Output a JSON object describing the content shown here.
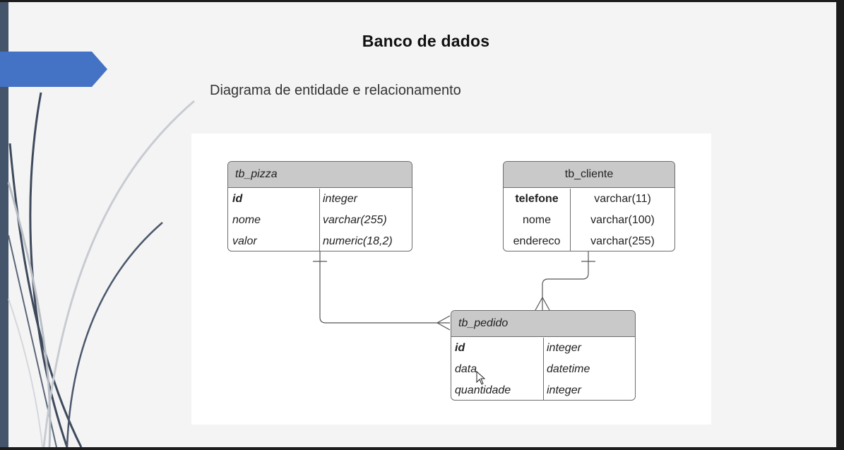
{
  "slide": {
    "title": "Banco de dados",
    "subtitle": "Diagrama de entidade e relacionamento"
  },
  "entities": {
    "tb_pizza": {
      "name": "tb_pizza",
      "rows": [
        {
          "field": "id",
          "type": "integer"
        },
        {
          "field": "nome",
          "type": "varchar(255)"
        },
        {
          "field": "valor",
          "type": "numeric(18,2)"
        }
      ]
    },
    "tb_cliente": {
      "name": "tb_cliente",
      "rows": [
        {
          "field": "telefone",
          "type": "varchar(11)"
        },
        {
          "field": "nome",
          "type": "varchar(100)"
        },
        {
          "field": "endereco",
          "type": "varchar(255)"
        }
      ]
    },
    "tb_pedido": {
      "name": "tb_pedido",
      "rows": [
        {
          "field": "id",
          "type": "integer"
        },
        {
          "field": "data",
          "type": "datetime"
        },
        {
          "field": "quantidade",
          "type": "integer"
        }
      ]
    }
  },
  "colors": {
    "accent_arrow": "#4472c4",
    "left_bar": "#44546a",
    "header_fill": "#c9c9c9"
  },
  "icons": {
    "pointer": "mouse-pointer-icon"
  }
}
